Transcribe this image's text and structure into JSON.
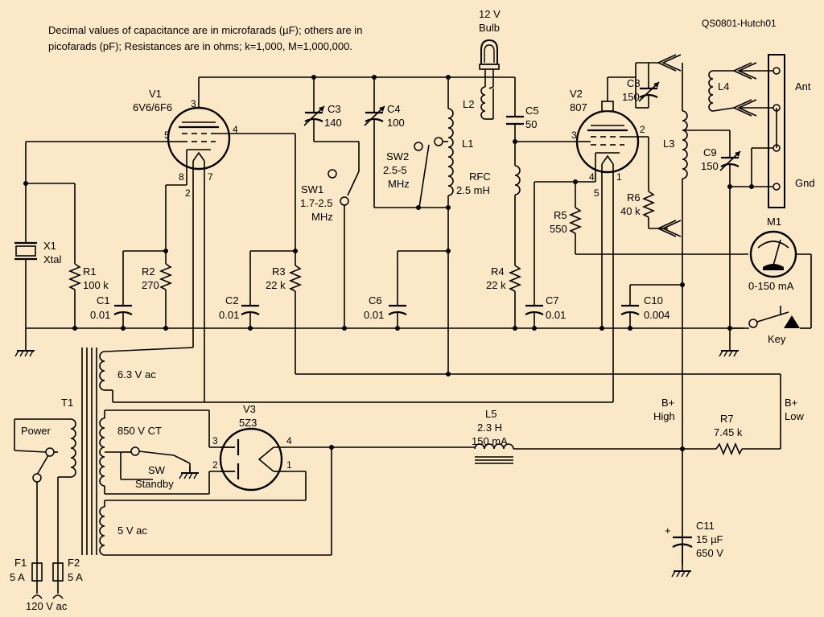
{
  "note": {
    "line1": "Decimal values of capacitance are in microfarads (µF); others are in",
    "line2": "picofarads (pF); Resistances are in ohms; k=1,000, M=1,000,000."
  },
  "figure_id": "QS0801-Hutch01",
  "components": {
    "v1": {
      "ref": "V1",
      "type": "6V6/6F6",
      "pins": [
        "3",
        "5",
        "4",
        "8",
        "7",
        "2"
      ]
    },
    "v2": {
      "ref": "V2",
      "type": "807",
      "pins": [
        "3",
        "2",
        "4",
        "1",
        "5"
      ]
    },
    "v3": {
      "ref": "V3",
      "type": "5Z3",
      "pins": [
        "3",
        "4",
        "2",
        "1"
      ]
    },
    "x1": {
      "ref": "X1",
      "value": "Xtal"
    },
    "r1": {
      "ref": "R1",
      "value": "100 k"
    },
    "r2": {
      "ref": "R2",
      "value": "270"
    },
    "r3": {
      "ref": "R3",
      "value": "22 k"
    },
    "r4": {
      "ref": "R4",
      "value": "22 k"
    },
    "r5": {
      "ref": "R5",
      "value": "550"
    },
    "r6": {
      "ref": "R6",
      "value": "40 k"
    },
    "r7": {
      "ref": "R7",
      "value": "7.45 k"
    },
    "c1": {
      "ref": "C1",
      "value": "0.01"
    },
    "c2": {
      "ref": "C2",
      "value": "0.01"
    },
    "c3": {
      "ref": "C3",
      "value": "140"
    },
    "c4": {
      "ref": "C4",
      "value": "100"
    },
    "c5": {
      "ref": "C5",
      "value": "50"
    },
    "c6": {
      "ref": "C6",
      "value": "0.01"
    },
    "c7": {
      "ref": "C7",
      "value": "0.01"
    },
    "c8": {
      "ref": "C8",
      "value": "150"
    },
    "c9": {
      "ref": "C9",
      "value": "150"
    },
    "c10": {
      "ref": "C10",
      "value": "0.004"
    },
    "c11": {
      "ref": "C11",
      "value1": "15 µF",
      "value2": "650 V"
    },
    "l1": {
      "ref": "L1"
    },
    "l2": {
      "ref": "L2"
    },
    "l3": {
      "ref": "L3"
    },
    "l4": {
      "ref": "L4"
    },
    "l5": {
      "ref": "L5",
      "value1": "2.3 H",
      "value2": "150 mA"
    },
    "rfc": {
      "ref": "RFC",
      "value": "2.5 mH"
    },
    "sw1": {
      "ref": "SW1",
      "value1": "1.7-2.5",
      "value2": "MHz"
    },
    "sw2": {
      "ref": "SW2",
      "value1": "2.5-5",
      "value2": "MHz"
    },
    "sw": {
      "ref": "SW",
      "value": "Standby"
    },
    "bulb": {
      "line1": "12 V",
      "line2": "Bulb"
    },
    "m1": {
      "ref": "M1",
      "range": "0-150  mA"
    },
    "key": {
      "label": "Key"
    },
    "t1": {
      "ref": "T1",
      "sec1": "6.3 V ac",
      "sec2": "850 V CT",
      "sec3": "5 V ac"
    },
    "power": {
      "label": "Power"
    },
    "f1": {
      "ref": "F1",
      "value": "5 A"
    },
    "f2": {
      "ref": "F2",
      "value": "5 A"
    },
    "mains": {
      "label": "120 V ac"
    },
    "terminals": {
      "ant": "Ant",
      "gnd": "Gnd"
    },
    "bplus_high": {
      "line1": "B+",
      "line2": "High"
    },
    "bplus_low": {
      "line1": "B+",
      "line2": "Low"
    }
  }
}
